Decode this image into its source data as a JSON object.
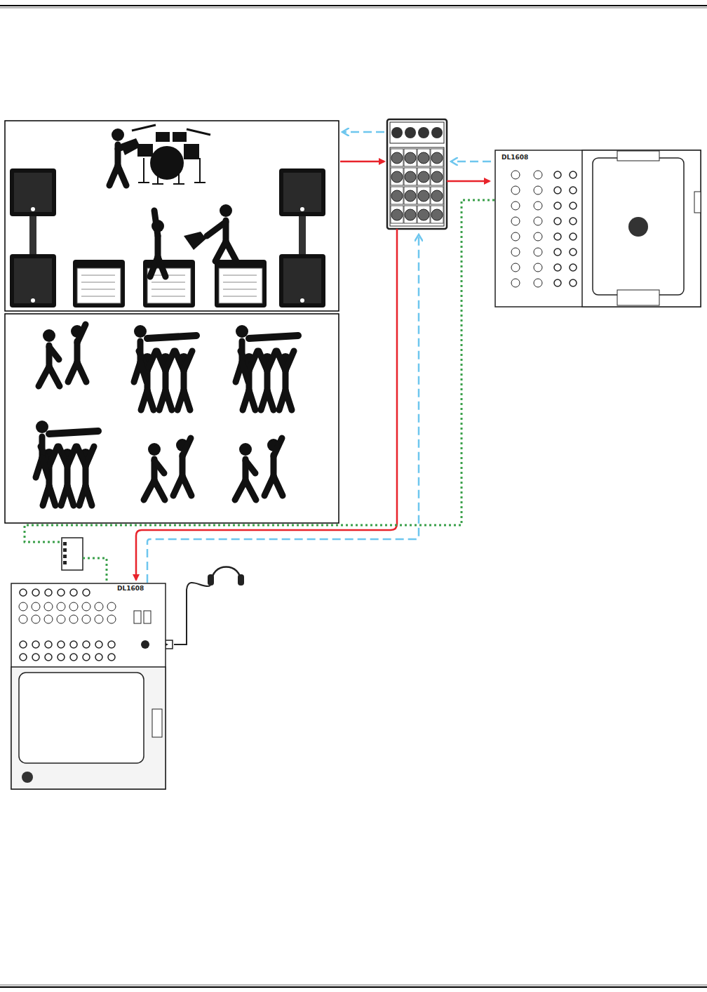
{
  "diagram": {
    "nodes": [
      {
        "text": [
          "DL1608"
        ]
      },
      {
        "text": [
          "DL1608"
        ]
      }
    ],
    "edges": [
      {
        "from": 0,
        "to": 1,
        "arrow": "none"
      }
    ]
  }
}
